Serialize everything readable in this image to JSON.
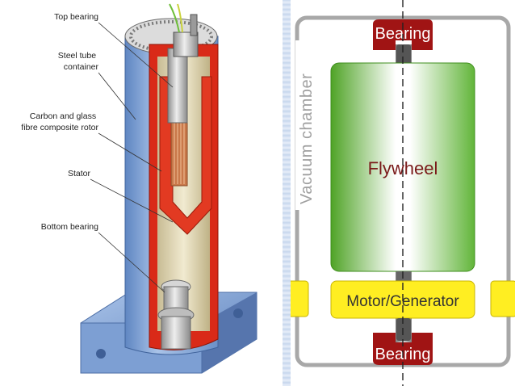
{
  "left_diagram": {
    "callouts": {
      "top_bearing": [
        "Top bearing"
      ],
      "container": [
        "Steel tube",
        "container"
      ],
      "rotor": [
        "Carbon and glass",
        "fibre composite rotor"
      ],
      "stator": [
        "Stator"
      ],
      "bottom_bearing": [
        "Bottom bearing"
      ]
    }
  },
  "right_diagram": {
    "chamber_label": "Vacuum chamber",
    "top_bearing_label": "Bearing",
    "flywheel_label": "Flywheel",
    "motor_label": "Motor/Generator",
    "bottom_bearing_label": "Bearing",
    "colors": {
      "bearing": "#a01414",
      "flywheel": "#5fb42e",
      "motor": "#ffee22",
      "chamber": "#a8a8a8"
    }
  }
}
